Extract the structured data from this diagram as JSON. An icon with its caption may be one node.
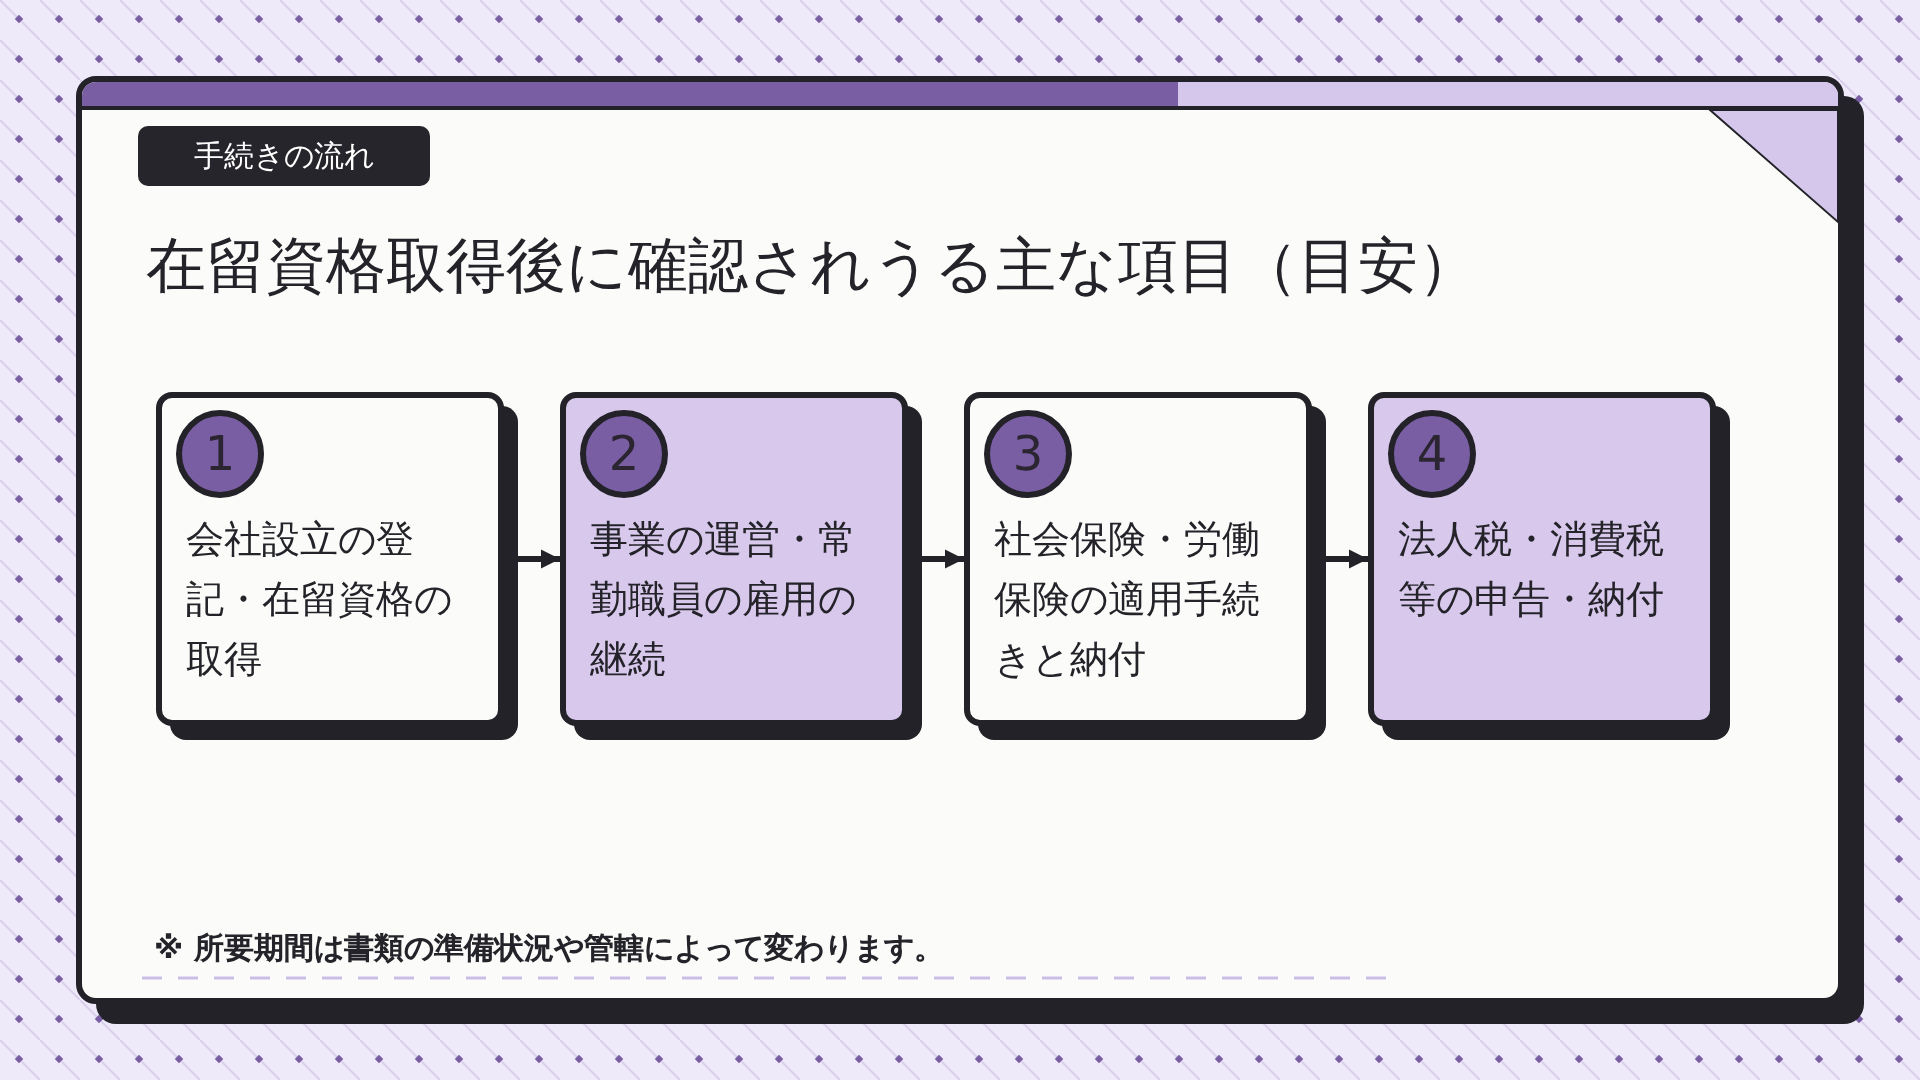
{
  "diagram": {
    "title": "在留資格取得後に確認されうる主な項目（目安）",
    "nodes": [
      {
        "text": [
          "手続きの流れ"
        ]
      },
      {
        "text": [
          "会社設立の登記・在留資格の取得"
        ]
      },
      {
        "text": [
          "1"
        ],
        "in": 1
      },
      {
        "text": [
          "事業の運営・常勤職員の雇用の継続"
        ]
      },
      {
        "text": [
          "2"
        ],
        "in": 3
      },
      {
        "text": [
          "社会保険・労働保険の適用手続きと納付"
        ]
      },
      {
        "text": [
          "3"
        ],
        "in": 5
      },
      {
        "text": [
          "法人税・消費税等の申告・納付"
        ]
      },
      {
        "text": [
          "4"
        ],
        "in": 7
      }
    ],
    "edges": [
      {
        "from": 1,
        "to": 3,
        "arrow": "to"
      },
      {
        "from": 3,
        "to": 5,
        "arrow": "to"
      },
      {
        "from": 5,
        "to": 7,
        "arrow": "to"
      }
    ],
    "labels": [
      "※ 所要期間は書類の準備状況や管轄によって変わります。"
    ]
  }
}
